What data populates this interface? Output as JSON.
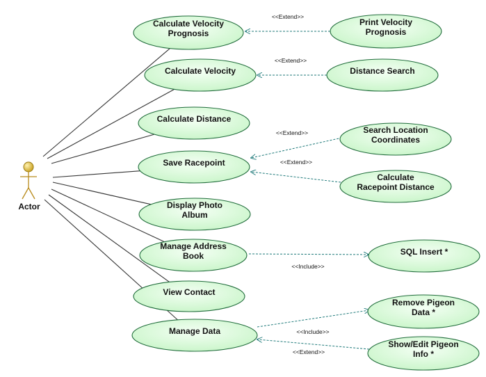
{
  "actor": {
    "label": "Actor"
  },
  "use_cases": [
    {
      "id": "calc_vel_prog",
      "lines": [
        "Calculate Velocity",
        "Prognosis"
      ]
    },
    {
      "id": "calc_vel",
      "lines": [
        "Calculate Velocity"
      ]
    },
    {
      "id": "calc_dist",
      "lines": [
        "Calculate Distance"
      ]
    },
    {
      "id": "save_race",
      "lines": [
        "Save Racepoint"
      ]
    },
    {
      "id": "display_photo",
      "lines": [
        "Display Photo",
        "Album"
      ]
    },
    {
      "id": "manage_addr",
      "lines": [
        "Manage Address",
        "Book"
      ]
    },
    {
      "id": "view_contact",
      "lines": [
        "View Contact"
      ]
    },
    {
      "id": "manage_data",
      "lines": [
        "Manage Data"
      ]
    },
    {
      "id": "print_vel_prog",
      "lines": [
        "Print Velocity",
        "Prognosis"
      ]
    },
    {
      "id": "dist_search",
      "lines": [
        "Distance Search"
      ]
    },
    {
      "id": "search_loc",
      "lines": [
        "Search Location",
        "Coordinates"
      ]
    },
    {
      "id": "calc_race_dist",
      "lines": [
        "Calculate",
        "Racepoint Distance"
      ]
    },
    {
      "id": "sql_insert",
      "lines": [
        "SQL Insert *"
      ]
    },
    {
      "id": "remove_pigeon",
      "lines": [
        "Remove Pigeon",
        "Data *"
      ]
    },
    {
      "id": "show_edit_pigeon",
      "lines": [
        "Show/Edit Pigeon",
        "Info *"
      ]
    }
  ],
  "associations": [
    "calc_vel_prog",
    "calc_vel",
    "calc_dist",
    "save_race",
    "display_photo",
    "manage_addr",
    "view_contact",
    "manage_data"
  ],
  "relations": [
    {
      "from": "print_vel_prog",
      "to": "calc_vel_prog",
      "label": "<<Extend>>"
    },
    {
      "from": "dist_search",
      "to": "calc_vel",
      "label": "<<Extend>>"
    },
    {
      "from": "search_loc",
      "to": "save_race",
      "label": "<<Extend>>"
    },
    {
      "from": "calc_race_dist",
      "to": "save_race",
      "label": "<<Extend>>"
    },
    {
      "from": "manage_addr",
      "to": "sql_insert",
      "label": "<<Include>>"
    },
    {
      "from": "manage_data",
      "to": "remove_pigeon",
      "label": "<<Include>>"
    },
    {
      "from": "show_edit_pigeon",
      "to": "manage_data",
      "label": "<<Extend>>"
    }
  ],
  "colors": {
    "ellipse_fill_light": "#f2fff2",
    "ellipse_fill_dark": "#c8f5c8",
    "ellipse_stroke": "#1f6b3a",
    "dependency": "#1f7a7a",
    "actor": "#c8a020"
  }
}
